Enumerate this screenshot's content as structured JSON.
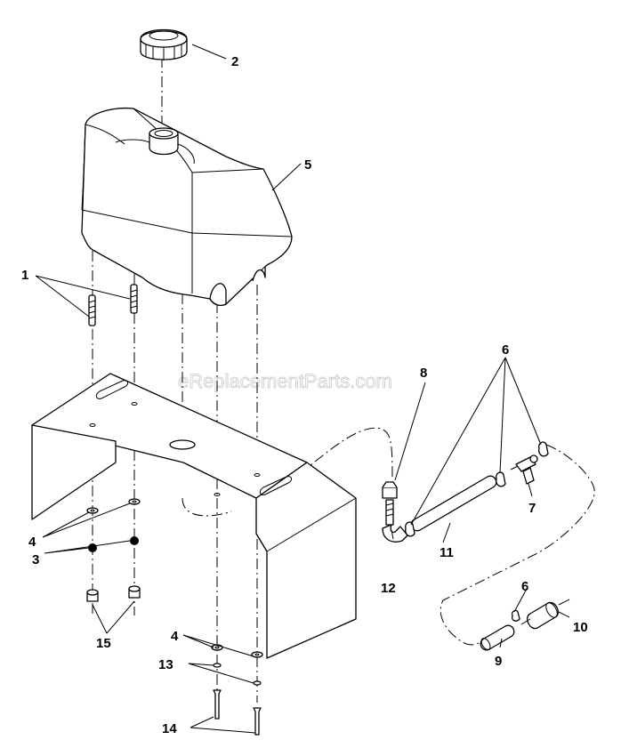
{
  "watermark": "eReplacementParts.com",
  "colors": {
    "line": "#000000",
    "background": "#ffffff",
    "watermark": "#c8c8c8"
  },
  "callouts": {
    "c1": "1",
    "c2": "2",
    "c3": "3",
    "c4a": "4",
    "c4b": "4",
    "c5": "5",
    "c6a": "6",
    "c6b": "6",
    "c7": "7",
    "c8": "8",
    "c9": "9",
    "c10": "10",
    "c11": "11",
    "c12": "12",
    "c13": "13",
    "c14": "14",
    "c15": "15"
  }
}
